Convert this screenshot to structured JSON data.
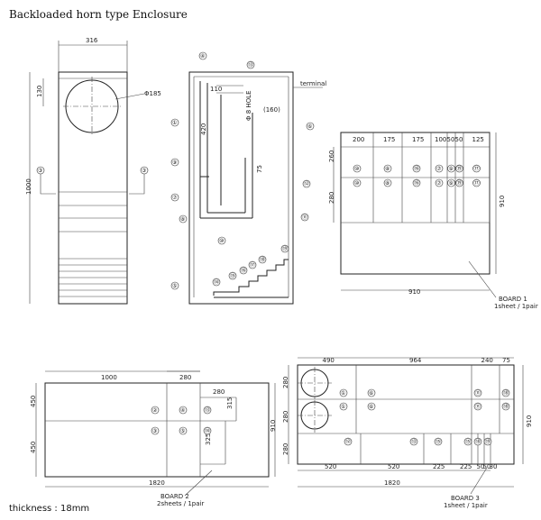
{
  "title": "Backloaded horn type Enclosure",
  "thickness": "thickness : 18mm",
  "front": {
    "width": "316",
    "height": "1000",
    "offset": "130",
    "hole": "Φ185",
    "callout_left": "③",
    "callout_right": "③"
  },
  "side": {
    "d110": "110",
    "d420": "420",
    "d160": "(160)",
    "d75": "75",
    "hole": "Φ 8 HOLE",
    "terminal": "terminal",
    "callouts": [
      "④",
      "⑬",
      "①",
      "⑥",
      "⑨",
      "⑫",
      "⑦",
      "⑧",
      "⑪",
      "⑩",
      "⑤",
      "⑭",
      "⑮",
      "⑯",
      "⑰",
      "⑱",
      "⑲"
    ]
  },
  "board1": {
    "widths": [
      "200",
      "175",
      "175",
      "100",
      "50",
      "50",
      "125"
    ],
    "h1": "260",
    "h2": "280",
    "total_h": "910",
    "total_w": "910",
    "row1": [
      "⑩",
      "⑧",
      "⑯",
      "⑦",
      "⑨",
      "⑲",
      "⑰"
    ],
    "row2": [
      "⑩",
      "⑧",
      "⑯",
      "⑦",
      "⑨",
      "⑲",
      "⑰"
    ],
    "name": "BOARD 1",
    "sheet": "1sheet / 1pair"
  },
  "board2": {
    "top_w1": "1000",
    "top_w2": "280",
    "w280b": "280",
    "h315": "315",
    "h325": "325",
    "h450a": "450",
    "h450b": "450",
    "total_w": "1820",
    "total_h": "910",
    "row1": [
      "②",
      "④",
      "⑬"
    ],
    "row2": [
      "③",
      "⑤",
      "⑭"
    ],
    "name": "BOARD 2",
    "sheet": "2sheets / 1pair"
  },
  "board3": {
    "top": [
      "490",
      "964",
      "240",
      "75"
    ],
    "bottom": [
      "520",
      "520",
      "225",
      "225",
      "50",
      "50",
      "30"
    ],
    "h280a": "280",
    "h280b": "280",
    "h280c": "280",
    "total_h": "910",
    "total_w": "1820",
    "row1": [
      "①",
      "⑥",
      "⑪",
      "⑱"
    ],
    "row2": [
      "①",
      "⑥",
      "⑪",
      "⑱"
    ],
    "row3": [
      "⑫",
      "⑬",
      "⑮",
      "⑮",
      "⑱",
      "⑲"
    ],
    "name": "BOARD 3",
    "sheet": "1sheet / 1pair"
  }
}
